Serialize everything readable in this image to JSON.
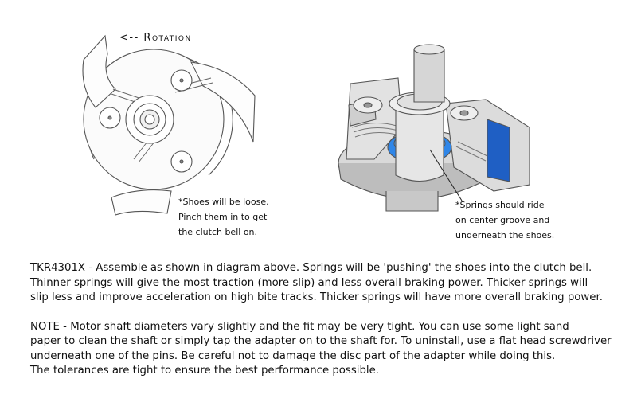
{
  "rotation_label": "<-- Rotation",
  "left_note": [
    "*Shoes will be loose.",
    "Pinch them in to get",
    "the clutch bell on."
  ],
  "right_note": [
    "*Springs should ride",
    "on center groove and",
    "underneath the shoes."
  ],
  "paragraph1": [
    "TKR4301X - Assemble as shown in diagram above.  Springs will be 'pushing' the shoes into the clutch bell.",
    "Thinner springs will give the most traction (more slip) and less overall braking power.  Thicker springs will",
    "slip less and improve acceleration on high bite tracks.  Thicker springs will have more overall braking power."
  ],
  "paragraph2": [
    "NOTE - Motor shaft diameters vary slightly and the fit may be very tight. You can use some light sand",
    "paper to clean the shaft or simply tap the adapter on to the shaft for. To uninstall, use a flat head screwdriver",
    "underneath one of the pins. Be careful not to damage the disc part of the adapter while doing this.",
    "The tolerances are tight to ensure the best performance possible."
  ],
  "colors": {
    "groove": "#2f86e8",
    "shoe_band": "#1f5fc4",
    "line": "#444444",
    "fill_light": "#f6f6f6"
  }
}
